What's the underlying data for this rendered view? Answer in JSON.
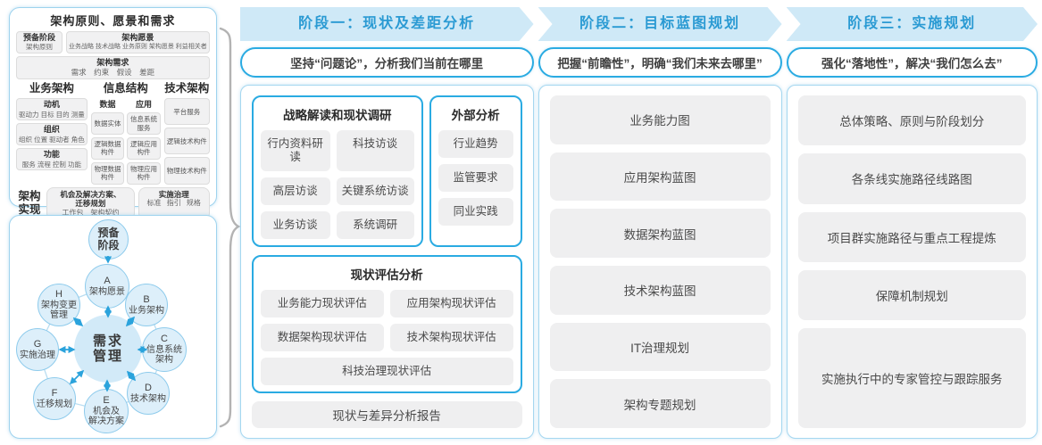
{
  "colors": {
    "accent_blue": "#29abe2",
    "band_bg": "#cfe9f7",
    "band_text": "#2a9ad3",
    "panel_border": "#9ed3ee",
    "gray_box": "#efeff0",
    "circle_fill": "#ddeffa",
    "brace_gray": "#b3b3b3"
  },
  "left": {
    "title": "架构原则、愿景和需求",
    "prep": {
      "title": "预备阶段",
      "sub": "架构原则"
    },
    "vision": {
      "title": "架构愿景",
      "sub": "业务战略 技术战略 业务原则 架构愿景 利益相关者"
    },
    "requirements": {
      "title": "架构需求",
      "sub": "需求　约束　假设　差距"
    },
    "business": {
      "title": "业务架构",
      "boxes": [
        {
          "title": "动机",
          "sub": "驱动力 目标 目的 测量"
        },
        {
          "title": "组织",
          "sub": "组织 位置 驱动者 角色"
        },
        {
          "title": "功能",
          "sub": "服务 流程 控制 功能"
        }
      ]
    },
    "information": {
      "title": "信息结构",
      "data_col": {
        "title": "数据",
        "items": [
          "数据实体",
          "逻辑数据构件",
          "物理数据构件"
        ]
      },
      "app_col": {
        "title": "应用",
        "items": [
          "信息系统服务",
          "逻辑应用构件",
          "物理应用构件"
        ]
      }
    },
    "technology": {
      "title": "技术架构",
      "items": [
        "平台服务",
        "逻辑技术构件",
        "物理技术构件"
      ]
    },
    "implementation": {
      "label": "架构实现",
      "box1": {
        "title": "机会及解决方案、\n迁移规划",
        "sub": "工作包　架构契约"
      },
      "box2": {
        "title": "实施治理",
        "sub": "标准 指引 规格"
      }
    }
  },
  "cycle": {
    "prep_label": "预备\n阶段",
    "center_label": "需求\n管理",
    "nodes": {
      "A": {
        "id": "A",
        "label": "架构愿景"
      },
      "B": {
        "id": "B",
        "label": "业务架构"
      },
      "C": {
        "id": "C",
        "label": "信息系统\n架构"
      },
      "D": {
        "id": "D",
        "label": "技术架构"
      },
      "E": {
        "id": "E",
        "label": "机会及\n解决方案"
      },
      "F": {
        "id": "F",
        "label": "迁移规划"
      },
      "G": {
        "id": "G",
        "label": "实施治理"
      },
      "H": {
        "id": "H",
        "label": "架构变更\n管理"
      }
    }
  },
  "phases": [
    {
      "header": "阶段一：现状及差距分析",
      "slogan": "坚持“问题论”，分析我们当前在哪里",
      "research": {
        "title": "战略解读和现状调研",
        "items": [
          "行内资料研读",
          "科技访谈",
          "高层访谈",
          "关键系统访谈",
          "业务访谈",
          "系统调研"
        ]
      },
      "external": {
        "title": "外部分析",
        "items": [
          "行业趋势",
          "监管要求",
          "同业实践"
        ]
      },
      "assessment": {
        "title": "现状评估分析",
        "items": [
          "业务能力现状评估",
          "应用架构现状评估",
          "数据架构现状评估",
          "技术架构现状评估",
          "科技治理现状评估"
        ]
      },
      "report": "现状与差异分析报告"
    },
    {
      "header": "阶段二：目标蓝图规划",
      "slogan": "把握“前瞻性”，明确“我们未来去哪里”",
      "items": [
        "业务能力图",
        "应用架构蓝图",
        "数据架构蓝图",
        "技术架构蓝图",
        "IT治理规划",
        "架构专题规划"
      ]
    },
    {
      "header": "阶段三：实施规划",
      "slogan": "强化“落地性”，解决“我们怎么去”",
      "items": [
        "总体策略、原则与阶段划分",
        "各条线实施路径线路图",
        "项目群实施路径与重点工程提炼",
        "保障机制规划",
        "实施执行中的专家管控与跟踪服务"
      ]
    }
  ]
}
